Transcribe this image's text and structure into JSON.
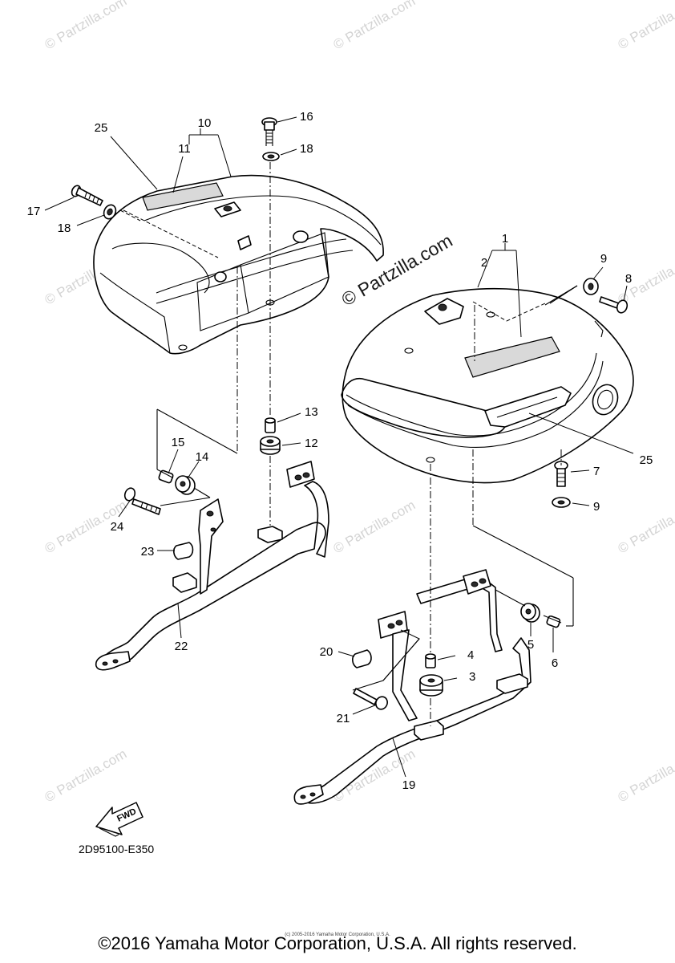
{
  "watermark": {
    "small": "© Partzilla.com",
    "center": "© Partzilla.com"
  },
  "callouts": {
    "c1": "1",
    "c2": "2",
    "c3": "3",
    "c4": "4",
    "c5": "5",
    "c6": "6",
    "c7": "7",
    "c8": "8",
    "c9a": "9",
    "c9b": "9",
    "c10": "10",
    "c11": "11",
    "c12": "12",
    "c13": "13",
    "c14": "14",
    "c15": "15",
    "c16": "16",
    "c17": "17",
    "c18a": "18",
    "c18b": "18",
    "c19": "19",
    "c20": "20",
    "c21": "21",
    "c22": "22",
    "c23": "23",
    "c24": "24",
    "c25a": "25",
    "c25b": "25"
  },
  "fwd_label": "FWD",
  "diagram_code": "2D95100-E350",
  "tiny_notice": "(c) 2005-2016 Yamaha Motor Corporation, U.S.A.",
  "copyright": "©2016 Yamaha Motor Corporation, U.S.A. All rights reserved."
}
